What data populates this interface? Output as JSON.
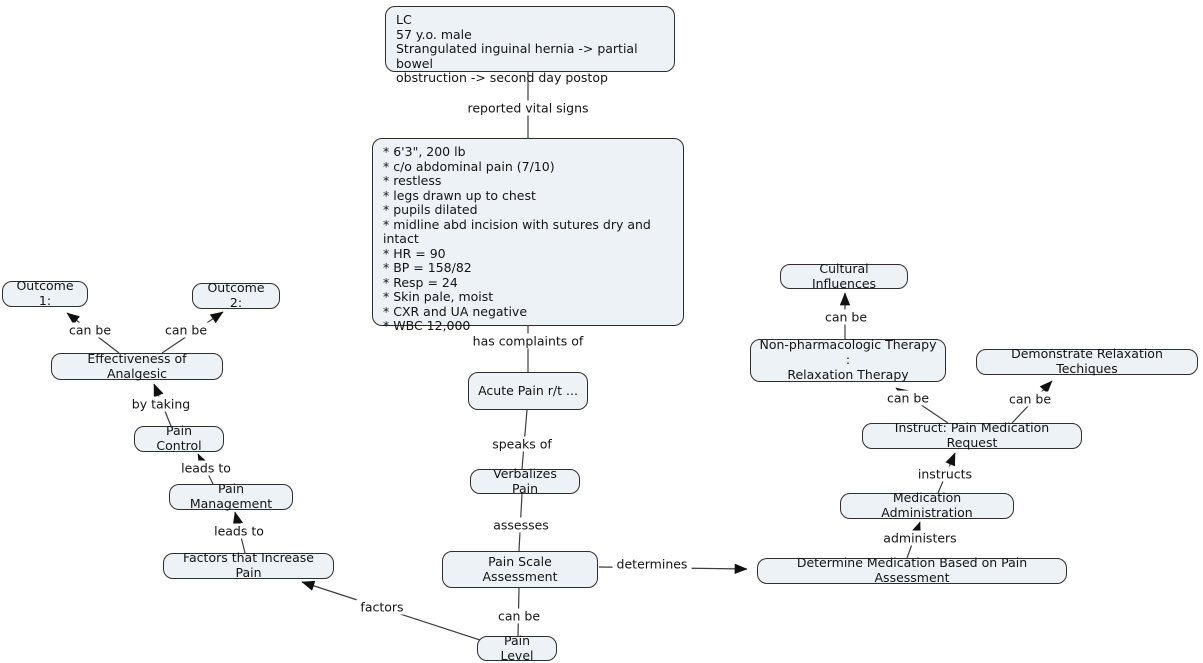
{
  "nodes": {
    "case": {
      "label": "LC\n57 y.o. male\nStrangulated inguinal hernia -> partial bowel\nobstruction -> second day postop"
    },
    "vitals": {
      "label": "* 6'3\", 200 lb\n* c/o abdominal pain (7/10)\n* restless\n* legs drawn up to chest\n* pupils dilated\n* midline abd incision with sutures dry and intact\n* HR = 90\n* BP = 158/82\n* Resp = 24\n* Skin pale, moist\n* CXR and UA negative\n* WBC 12,000"
    },
    "acute_pain": {
      "label": "Acute Pain r/t ..."
    },
    "verbalizes_pain": {
      "label": "Verbalizes Pain"
    },
    "pain_scale_assessment": {
      "label": "Pain Scale Assessment"
    },
    "pain_level": {
      "label": "Pain Level"
    },
    "outcome_1": {
      "label": "Outcome 1:"
    },
    "outcome_2": {
      "label": "Outcome 2:"
    },
    "effectiveness_of_analgesic": {
      "label": "Effectiveness of Analgesic"
    },
    "pain_control": {
      "label": "Pain Control"
    },
    "pain_management": {
      "label": "Pain Management"
    },
    "factors_that_increase_pain": {
      "label": "Factors that Increase Pain"
    },
    "cultural_influences": {
      "label": "Cultural Influences"
    },
    "non_pharmacologic_therapy": {
      "label": "Non-pharmacologic Therapy :\nRelaxation Therapy"
    },
    "demonstrate_relaxation": {
      "label": "Demonstrate Relaxation Techiques"
    },
    "instruct_pain_medication_request": {
      "label": "Instruct: Pain Medication Request"
    },
    "medication_administration": {
      "label": "Medication Administration"
    },
    "determine_medication": {
      "label": "Determine Medication Based on Pain Assessment"
    }
  },
  "links": {
    "reported_vital_signs": "reported vital signs",
    "has_complaints_of": "has complaints of",
    "speaks_of": "speaks of",
    "assesses": "assesses",
    "can_be_pain_level": "can be",
    "determines": "determines",
    "factors": "factors",
    "can_be_outcome_1": "can be",
    "can_be_outcome_2": "can be",
    "by_taking": "by taking",
    "leads_to_pain_control": "leads to",
    "leads_to_factors": "leads to",
    "can_be_cultural": "can be",
    "can_be_nonpharm": "can be",
    "can_be_demonstrate": "can be",
    "instructs": "instructs",
    "administers": "administers"
  }
}
